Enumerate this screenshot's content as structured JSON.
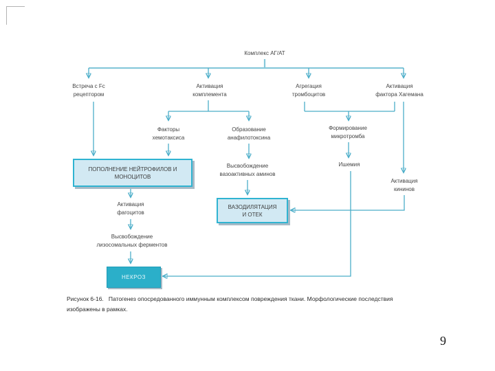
{
  "slide": {
    "page_number": "9",
    "caption": "Рисунок 6-16.   Патогенез опосредованного иммунным комплексом повреждения ткани. Морфологические последствия\nизображены в рамках."
  },
  "diagram": {
    "root": "Комплекс АГ/АТ",
    "branches": {
      "fc_receptor": "Встреча с Fc\nрецептором",
      "complement": "Активация\nкомплемента",
      "platelets": "Агрегация\nтромбоцитов",
      "hageman": "Активация\nфактора Хагемана"
    },
    "nodes": {
      "chemotaxis": "Факторы\nхемотаксиса",
      "anaphylatoxin": "Образование\nанафилотоксина",
      "microthrombus": "Формирование\nмикротромба",
      "vasoactive_amines": "Высвобождение\nвазоактивных аминов",
      "ischemia": "Ишемия",
      "kinins": "Активация\nкининов",
      "phagocytes": "Активация\nфагоцитов",
      "lysosomal_enzymes": "Высвобождение\nлизосомальных ферментов"
    },
    "outcome_boxes": {
      "neutrophils": "ПОПОЛНЕНИЕ НЕЙТРОФИЛОВ И\nМОНОЦИТОВ",
      "vasodilation": "ВАЗОДИЛЯТАЦИЯ\nИ ОТЕК",
      "necrosis": "НЕКРОЗ"
    },
    "colors": {
      "connector": "#4aadc8",
      "box_fill": "#d2e9f3",
      "box_border": "#2fb3d1",
      "necrosis_fill": "#2bafc9"
    }
  }
}
